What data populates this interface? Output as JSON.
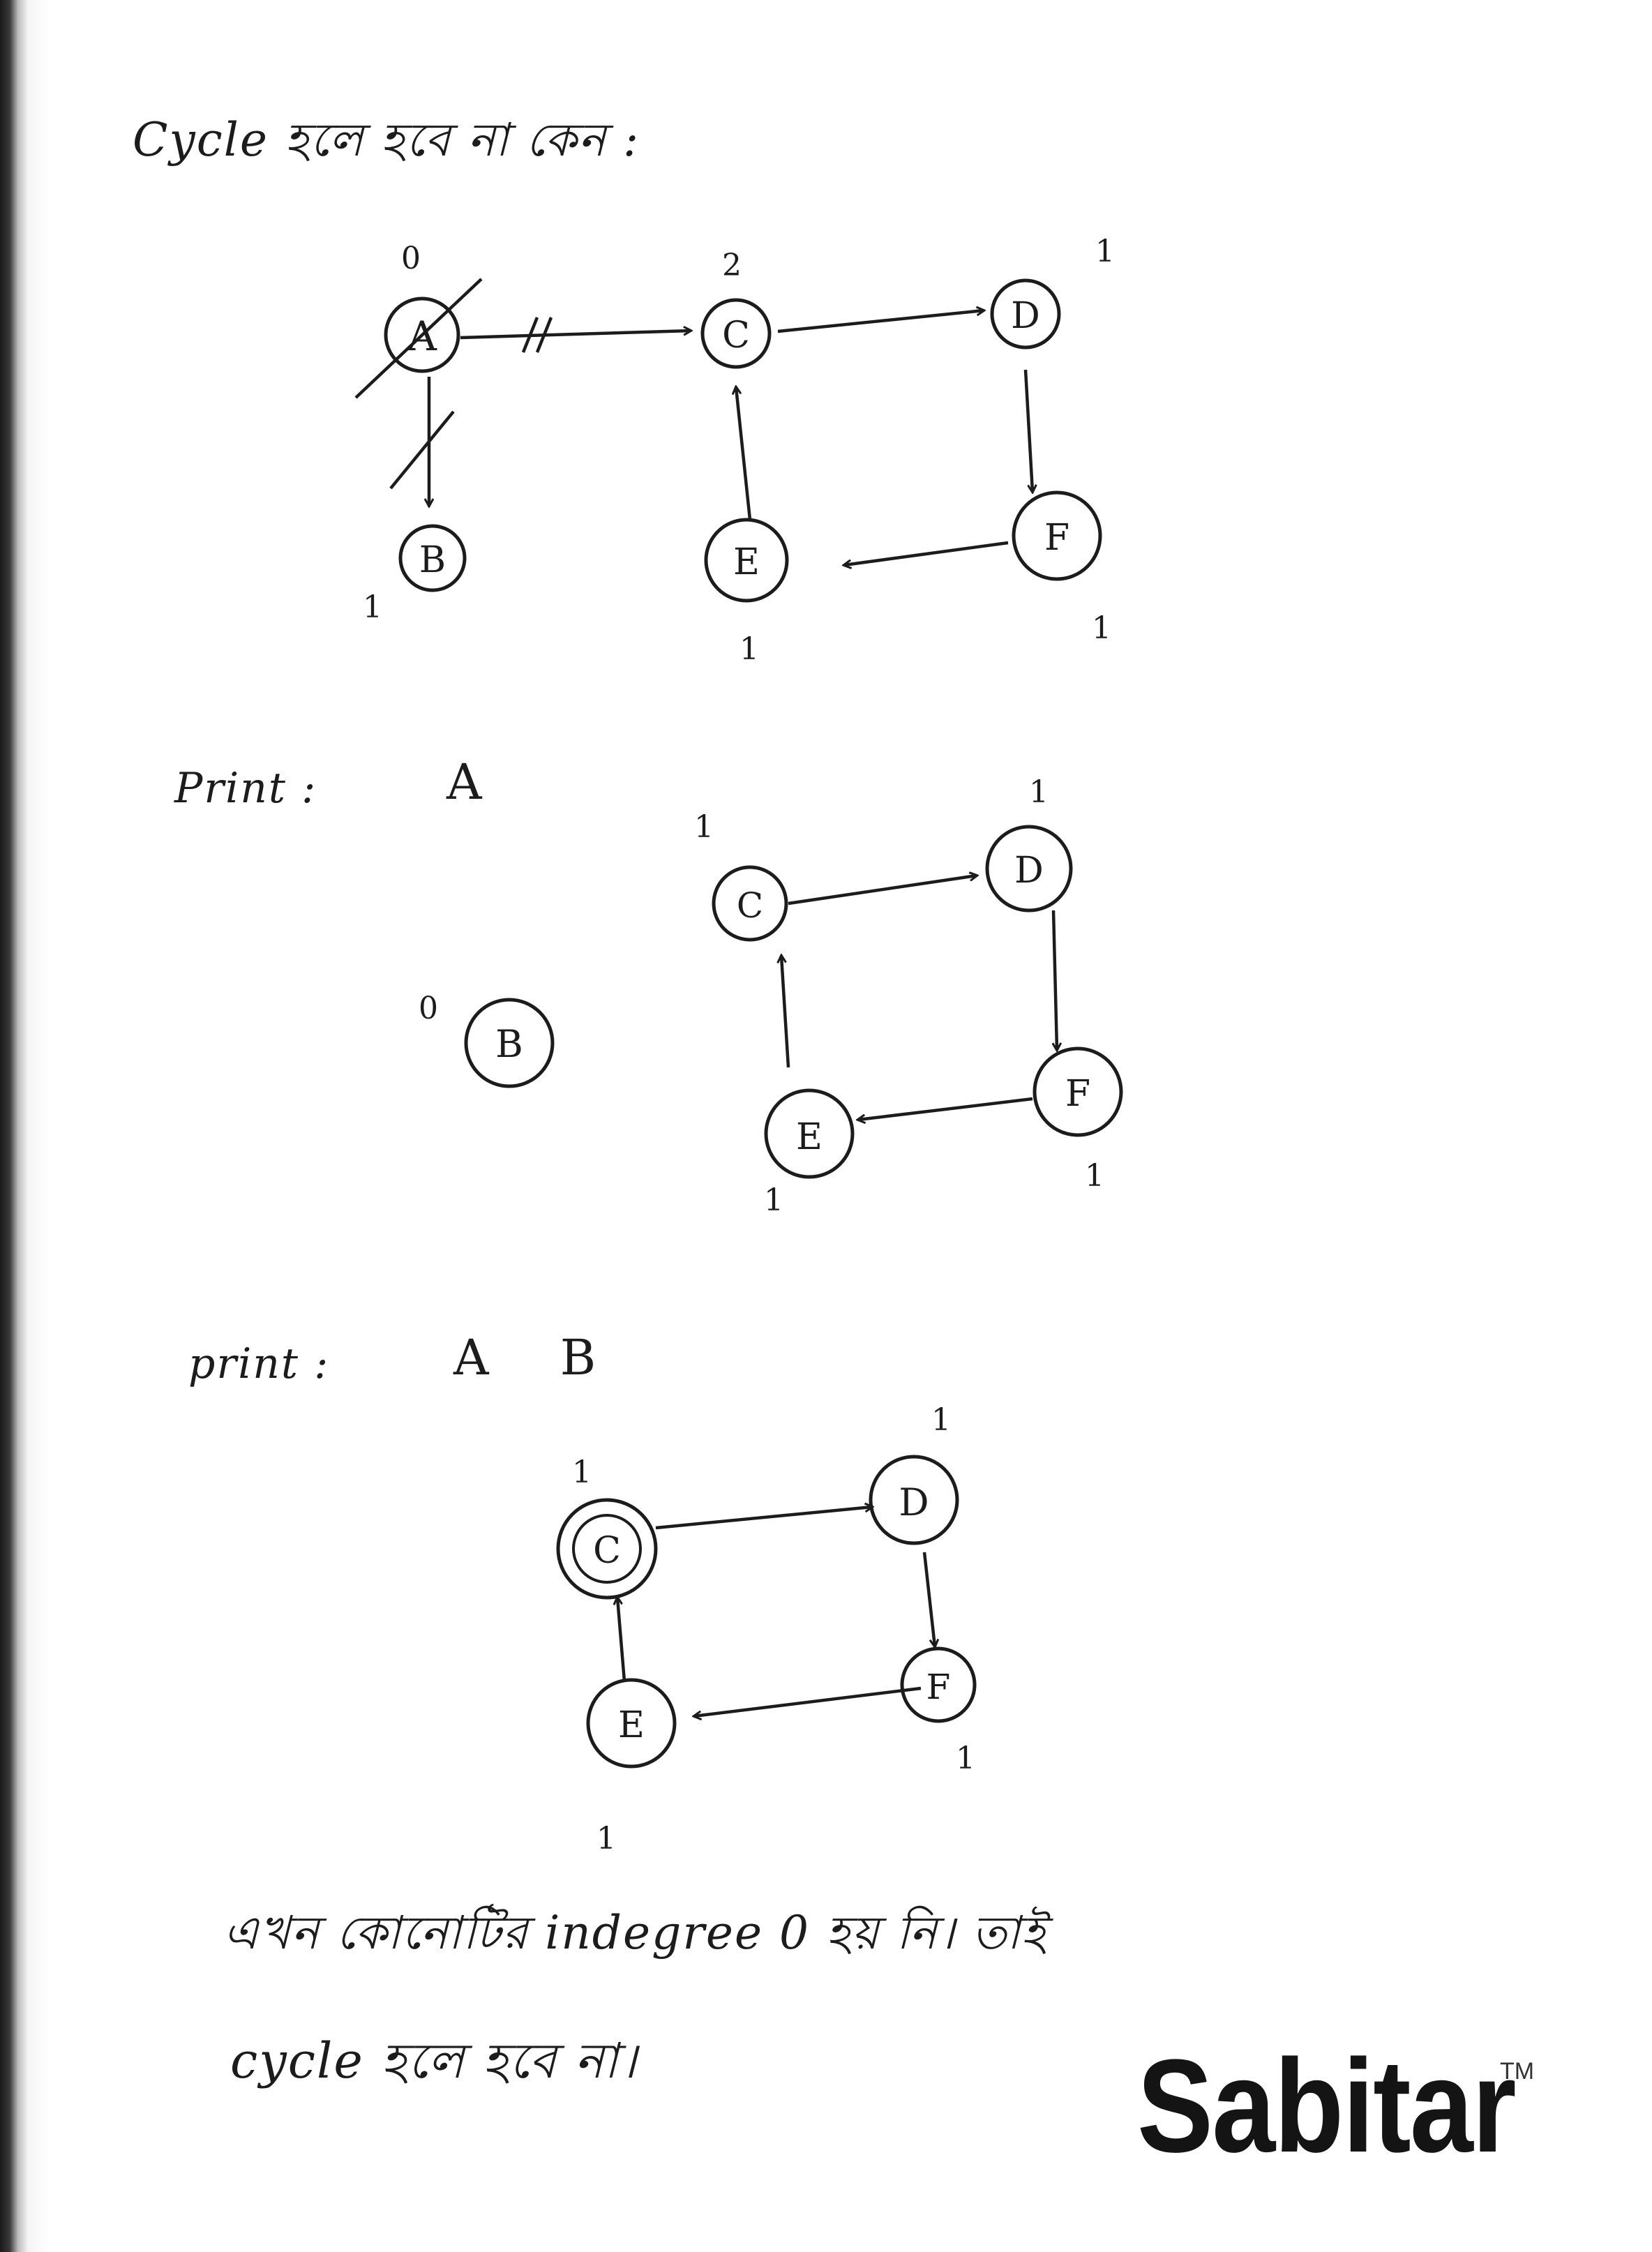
{
  "heading": "Cycle হলে হবে না কেন :",
  "graphs": [
    {
      "id": "graph-1",
      "nodes": [
        {
          "id": "A",
          "label": "A",
          "indegree": "0",
          "crossed": true
        },
        {
          "id": "C",
          "label": "C",
          "indegree": "2"
        },
        {
          "id": "D",
          "label": "D",
          "indegree": "1"
        },
        {
          "id": "B",
          "label": "B",
          "indegree": "1"
        },
        {
          "id": "E",
          "label": "E",
          "indegree": "1"
        },
        {
          "id": "F",
          "label": "F",
          "indegree": "1"
        }
      ],
      "edges": [
        {
          "from": "A",
          "to": "C",
          "removed": true
        },
        {
          "from": "C",
          "to": "D"
        },
        {
          "from": "A",
          "to": "B",
          "removed": true
        },
        {
          "from": "D",
          "to": "F"
        },
        {
          "from": "F",
          "to": "E"
        },
        {
          "from": "E",
          "to": "C"
        }
      ]
    },
    {
      "id": "graph-2",
      "print_label": "Print :",
      "printed": "A",
      "nodes": [
        {
          "id": "C",
          "label": "C",
          "indegree": "1"
        },
        {
          "id": "D",
          "label": "D",
          "indegree": "1"
        },
        {
          "id": "B",
          "label": "B",
          "indegree": "0"
        },
        {
          "id": "E",
          "label": "E",
          "indegree": "1"
        },
        {
          "id": "F",
          "label": "F",
          "indegree": "1"
        }
      ],
      "edges": [
        {
          "from": "C",
          "to": "D"
        },
        {
          "from": "D",
          "to": "F"
        },
        {
          "from": "F",
          "to": "E"
        },
        {
          "from": "E",
          "to": "C"
        }
      ]
    },
    {
      "id": "graph-3",
      "print_label": "print :",
      "printed": "A  B",
      "nodes": [
        {
          "id": "C",
          "label": "C",
          "indegree": "1"
        },
        {
          "id": "D",
          "label": "D",
          "indegree": "1"
        },
        {
          "id": "E",
          "label": "E",
          "indegree": "1"
        },
        {
          "id": "F",
          "label": "F",
          "indegree": "1"
        }
      ],
      "edges": [
        {
          "from": "C",
          "to": "D"
        },
        {
          "from": "D",
          "to": "F"
        },
        {
          "from": "F",
          "to": "E"
        },
        {
          "from": "E",
          "to": "C"
        }
      ]
    }
  ],
  "conclusion_line1": "এখন কোনোটির indegree 0 হয় নি। তাই",
  "conclusion_line2": "cycle হলে হবে না।",
  "brand": {
    "name": "Sabitar",
    "mark": "TM"
  }
}
